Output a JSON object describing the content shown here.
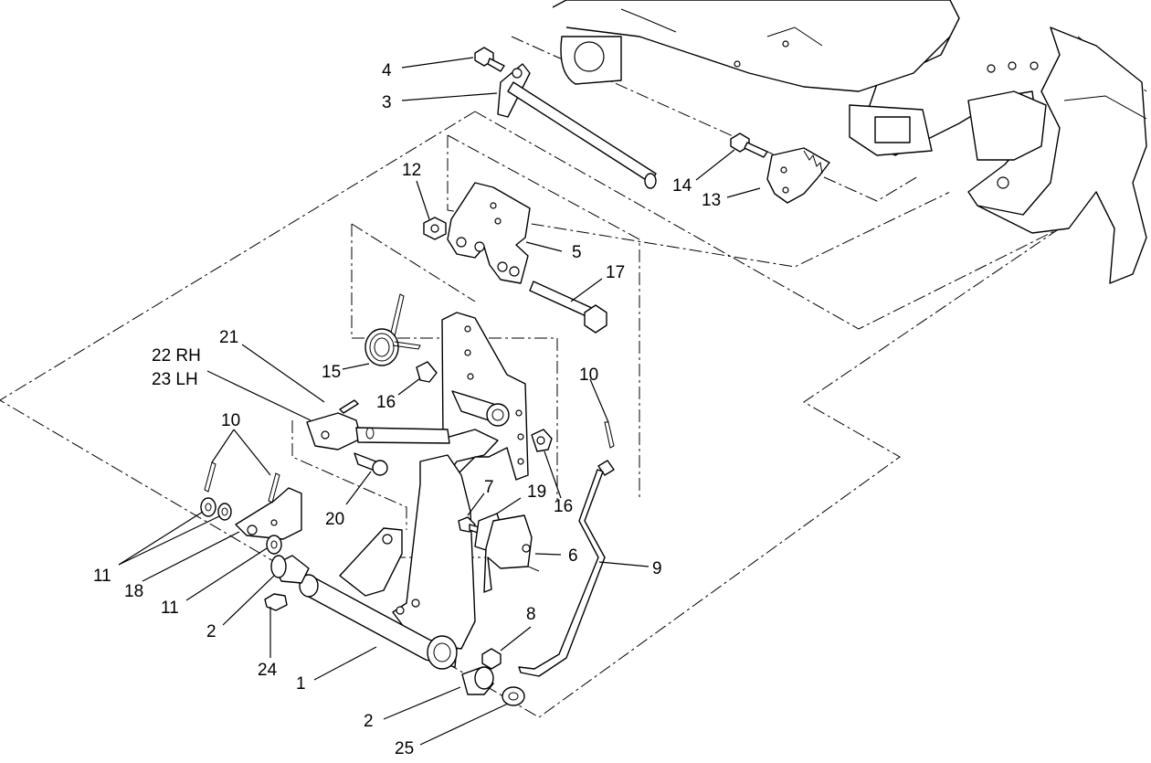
{
  "callouts": {
    "c1": "1",
    "c2a": "2",
    "c2b": "2",
    "c3": "3",
    "c4": "4",
    "c5": "5",
    "c6": "6",
    "c7": "7",
    "c8": "8",
    "c9": "9",
    "c10a": "10",
    "c10b": "10",
    "c11a": "11",
    "c11b": "11",
    "c12": "12",
    "c13": "13",
    "c14": "14",
    "c15": "15",
    "c16a": "16",
    "c16b": "16",
    "c17": "17",
    "c18": "18",
    "c19": "19",
    "c20": "20",
    "c21": "21",
    "c22": "22 RH",
    "c23": "23 LH",
    "c24": "24",
    "c25": "25"
  },
  "colors": {
    "line": "#000000",
    "background": "#ffffff"
  }
}
